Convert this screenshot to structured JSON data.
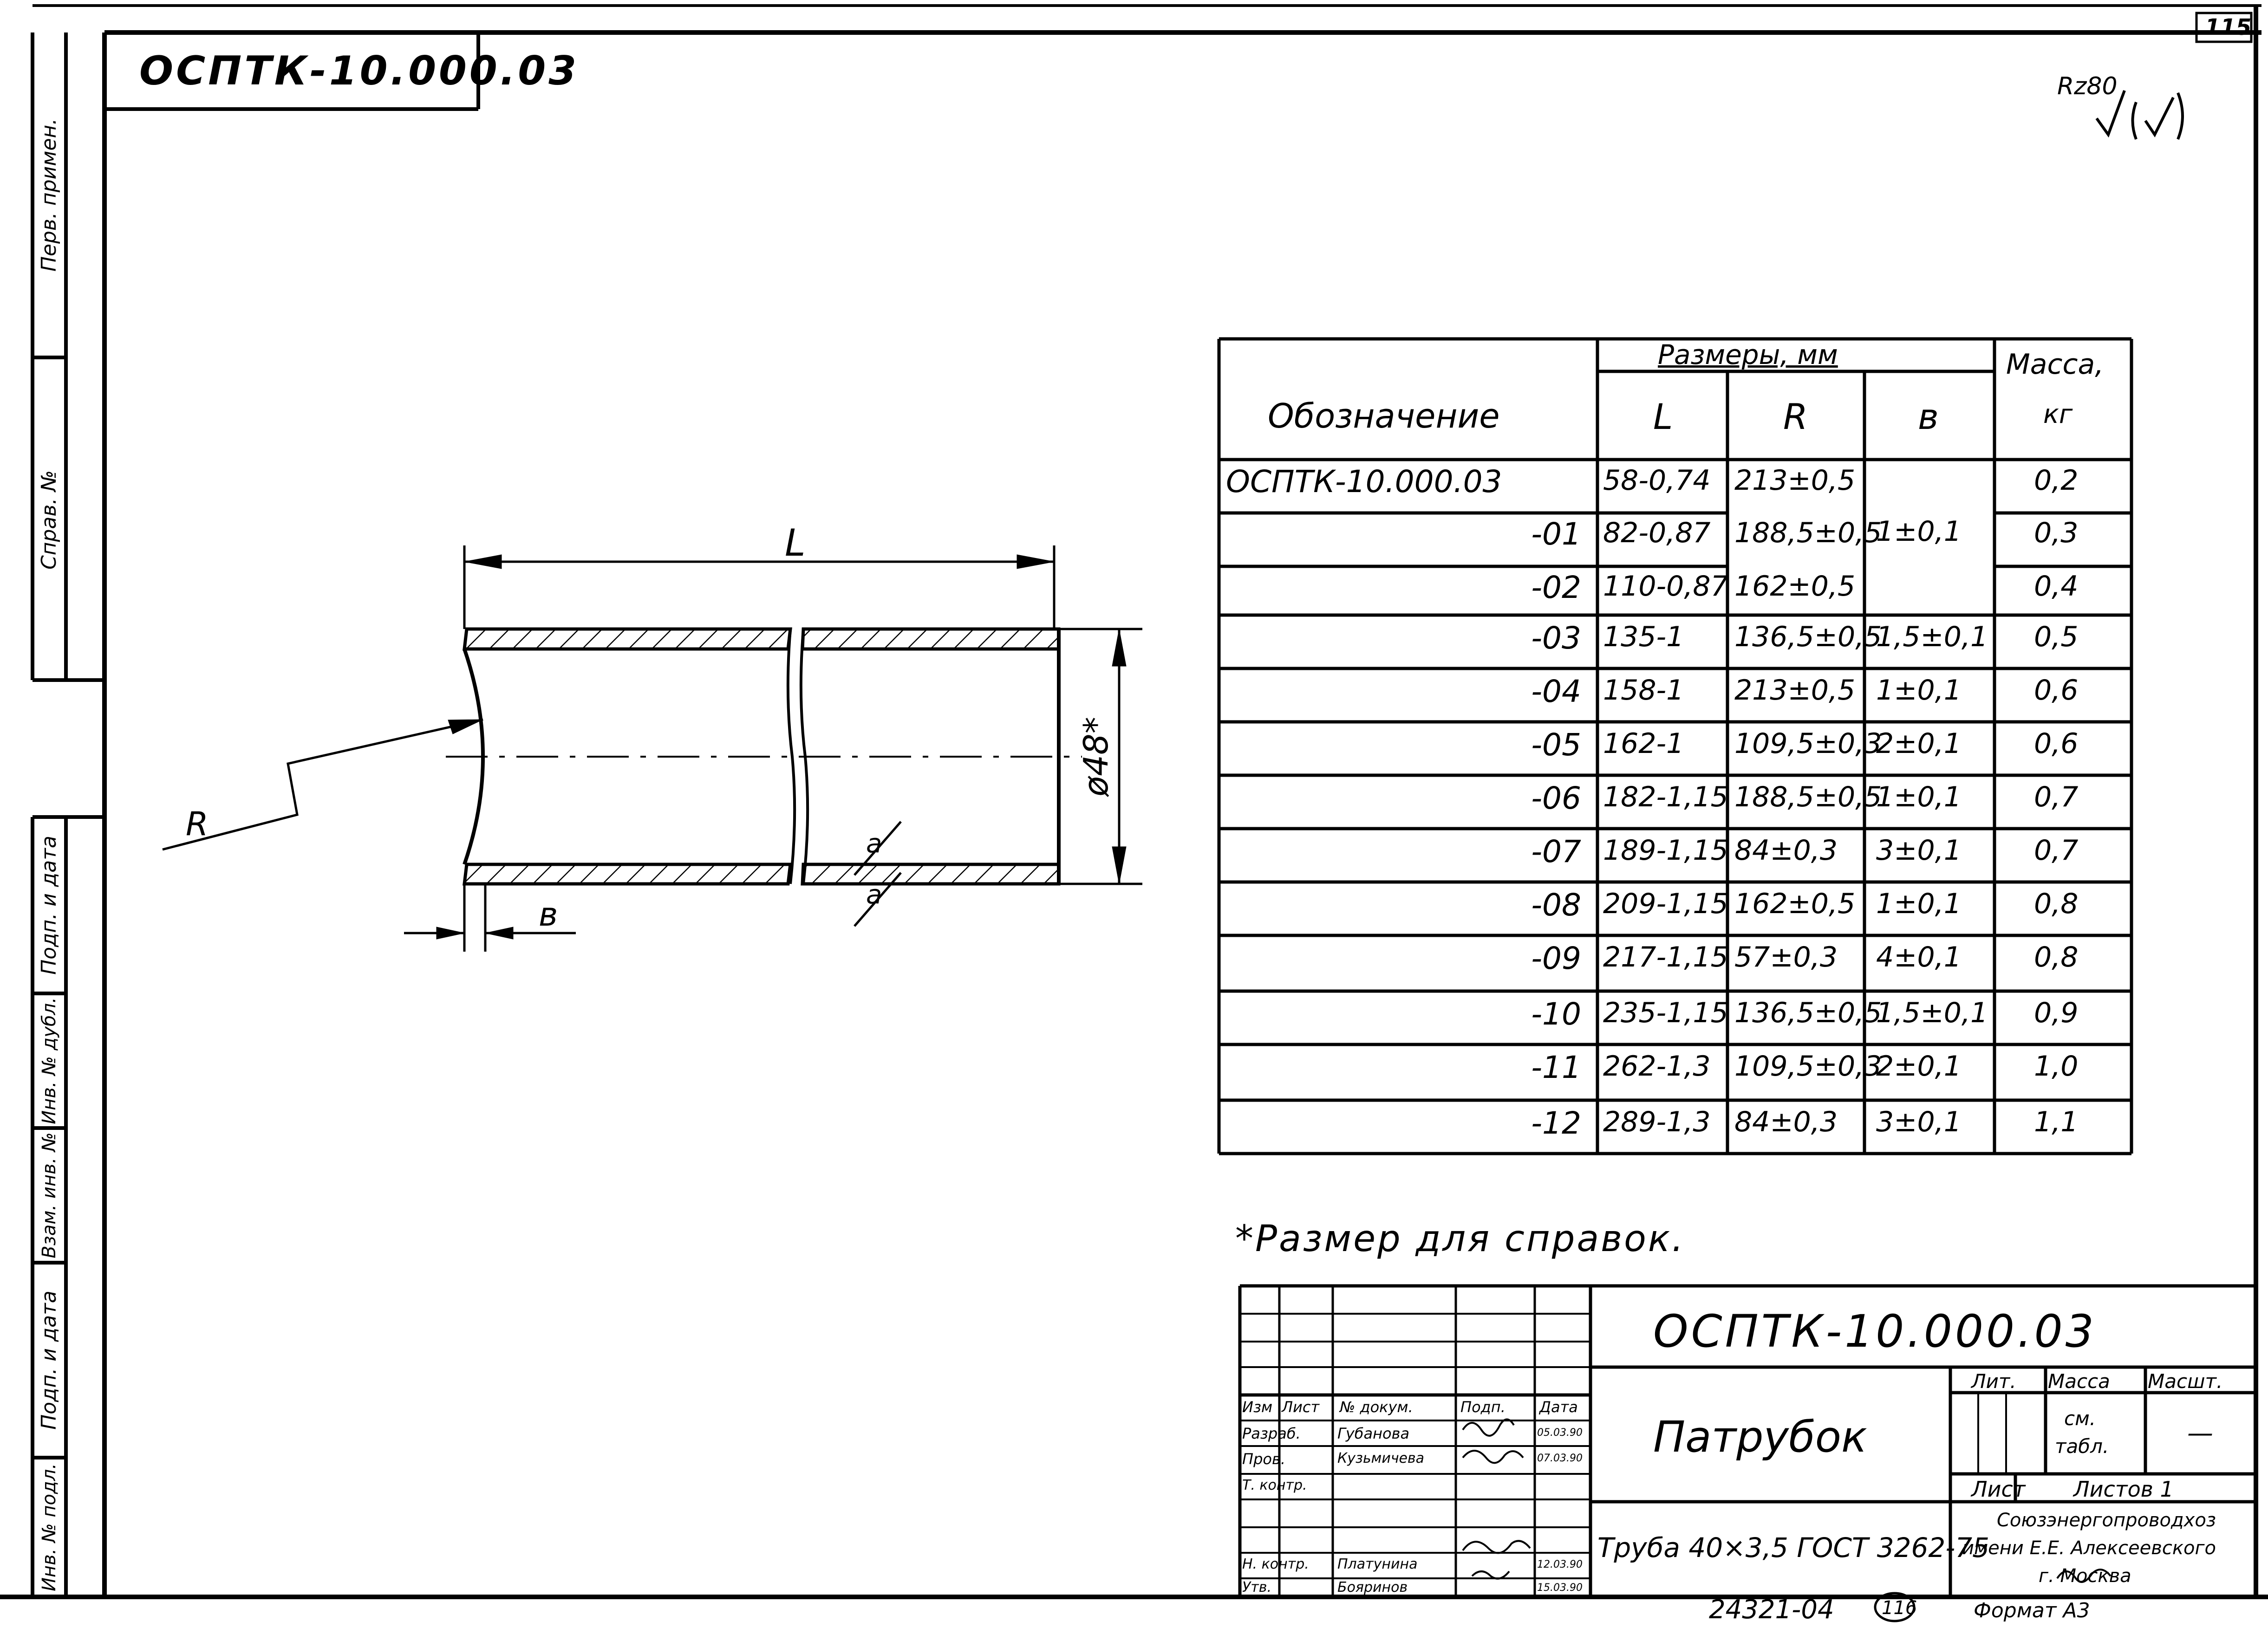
{
  "sheet_number": "115",
  "mirrored_code": "ОСПТК-10.000.03",
  "roughness": {
    "label": "Rz80"
  },
  "side_stamp": {
    "cells": [
      "Перв. примен.",
      "Справ. №",
      "Подп. и дата",
      "Инв. № дубл.",
      "Взам. инв. №",
      "Подп. и дата",
      "Инв. № подл."
    ]
  },
  "drawing": {
    "dim_L": "L",
    "dim_R": "R",
    "dim_b": "в",
    "dim_diam": "ø48*",
    "section_a": "а"
  },
  "table": {
    "col_designation": "Обозначение",
    "group_dimensions": "Размеры, мм",
    "col_L": "L",
    "col_R": "R",
    "col_b": "в",
    "col_mass": "Масса,",
    "col_mass_unit": "кг",
    "rows": [
      {
        "designation": "ОСПТК-10.000.03",
        "L": "58-0,74",
        "R": "213±0,5",
        "b": "1±0,1",
        "mass": "0,2"
      },
      {
        "designation": "-01",
        "L": "82-0,87",
        "R": "188,5±0,5",
        "b": "",
        "mass": "0,3"
      },
      {
        "designation": "-02",
        "L": "110-0,87",
        "R": "162±0,5",
        "b": "",
        "mass": "0,4"
      },
      {
        "designation": "-03",
        "L": "135-1",
        "R": "136,5±0,5",
        "b": "1,5±0,1",
        "mass": "0,5"
      },
      {
        "designation": "-04",
        "L": "158-1",
        "R": "213±0,5",
        "b": "1±0,1",
        "mass": "0,6"
      },
      {
        "designation": "-05",
        "L": "162-1",
        "R": "109,5±0,3",
        "b": "2±0,1",
        "mass": "0,6"
      },
      {
        "designation": "-06",
        "L": "182-1,15",
        "R": "188,5±0,5",
        "b": "1±0,1",
        "mass": "0,7"
      },
      {
        "designation": "-07",
        "L": "189-1,15",
        "R": "84±0,3",
        "b": "3±0,1",
        "mass": "0,7"
      },
      {
        "designation": "-08",
        "L": "209-1,15",
        "R": "162±0,5",
        "b": "1±0,1",
        "mass": "0,8"
      },
      {
        "designation": "-09",
        "L": "217-1,15",
        "R": "57±0,3",
        "b": "4±0,1",
        "mass": "0,8"
      },
      {
        "designation": "-10",
        "L": "235-1,15",
        "R": "136,5±0,5",
        "b": "1,5±0,1",
        "mass": "0,9"
      },
      {
        "designation": "-11",
        "L": "262-1,3",
        "R": "109,5±0,3",
        "b": "2±0,1",
        "mass": "1,0"
      },
      {
        "designation": "-12",
        "L": "289-1,3",
        "R": "84±0,3",
        "b": "3±0,1",
        "mass": "1,1"
      }
    ]
  },
  "note": "*Размер для справок.",
  "title_block": {
    "code": "ОСПТК-10.000.03",
    "name": "Патрубок",
    "material": "Труба 40×3,5 ГОСТ 3262-75",
    "lit_label": "Лит.",
    "mass_label": "Масса",
    "scale_label": "Масшт.",
    "mass_value_1": "см.",
    "mass_value_2": "табл.",
    "scale_value": "—",
    "sheet_label": "Лист",
    "sheets_label": "Листов 1",
    "org_1": "Союзэнергопроводхоз",
    "org_2": "имени Е.Е. Алексеевского",
    "org_3": "г. Москва",
    "headers": {
      "izm": "Изм",
      "list": "Лист",
      "doc": "№ докум.",
      "sign": "Подп.",
      "date": "Дата"
    },
    "roles": [
      {
        "role": "Разраб.",
        "name": "Губанова",
        "date": "05.03.90"
      },
      {
        "role": "Пров.",
        "name": "Кузьмичева",
        "date": "07.03.90"
      },
      {
        "role": "Т. контр.",
        "name": "",
        "date": ""
      },
      {
        "role": "Н. контр.",
        "name": "Платунина",
        "date": "12.03.90"
      },
      {
        "role": "Утв.",
        "name": "Бояринов",
        "date": "15.03.90"
      }
    ]
  },
  "bottom": {
    "inventory": "24321-04",
    "page": "116",
    "format": "Формат А3"
  }
}
